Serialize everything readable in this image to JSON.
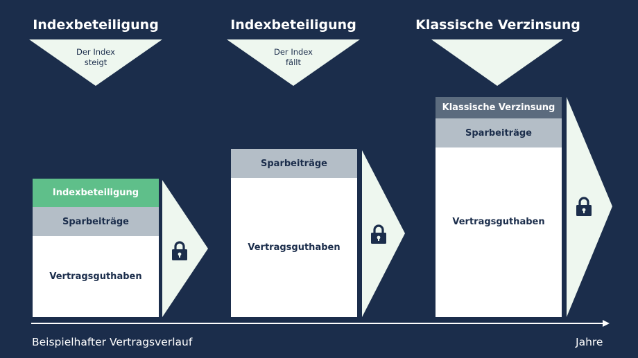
{
  "colors": {
    "background": "#1b2d4b",
    "triangle": "#eef7ef",
    "white": "#ffffff",
    "green": "#5fbf8a",
    "grey_light": "#b4bec7",
    "grey_dark": "#5b6b7e",
    "navy_text": "#1b2d4b"
  },
  "phases": [
    {
      "heading": "Indexbeteiligung",
      "triangle_label": [
        "Der Index",
        "steigt"
      ],
      "bar": {
        "top": "Indexbeteiligung",
        "middle": "Sparbeiträge",
        "bottom": "Vertragsguthaben"
      },
      "icon": "lock-icon"
    },
    {
      "heading": "Indexbeteiligung",
      "triangle_label": [
        "Der Index",
        "fällt"
      ],
      "bar": {
        "middle": "Sparbeiträge",
        "bottom": "Vertragsguthaben"
      },
      "icon": "lock-icon"
    },
    {
      "heading": "Klassische Verzinsung",
      "bar": {
        "top": "Klassische Verzinsung",
        "middle": "Sparbeiträge",
        "bottom": "Vertragsguthaben"
      },
      "icon": "lock-icon"
    }
  ],
  "footer": {
    "left": "Beispielhafter Vertragsverlauf",
    "right": "Jahre"
  }
}
